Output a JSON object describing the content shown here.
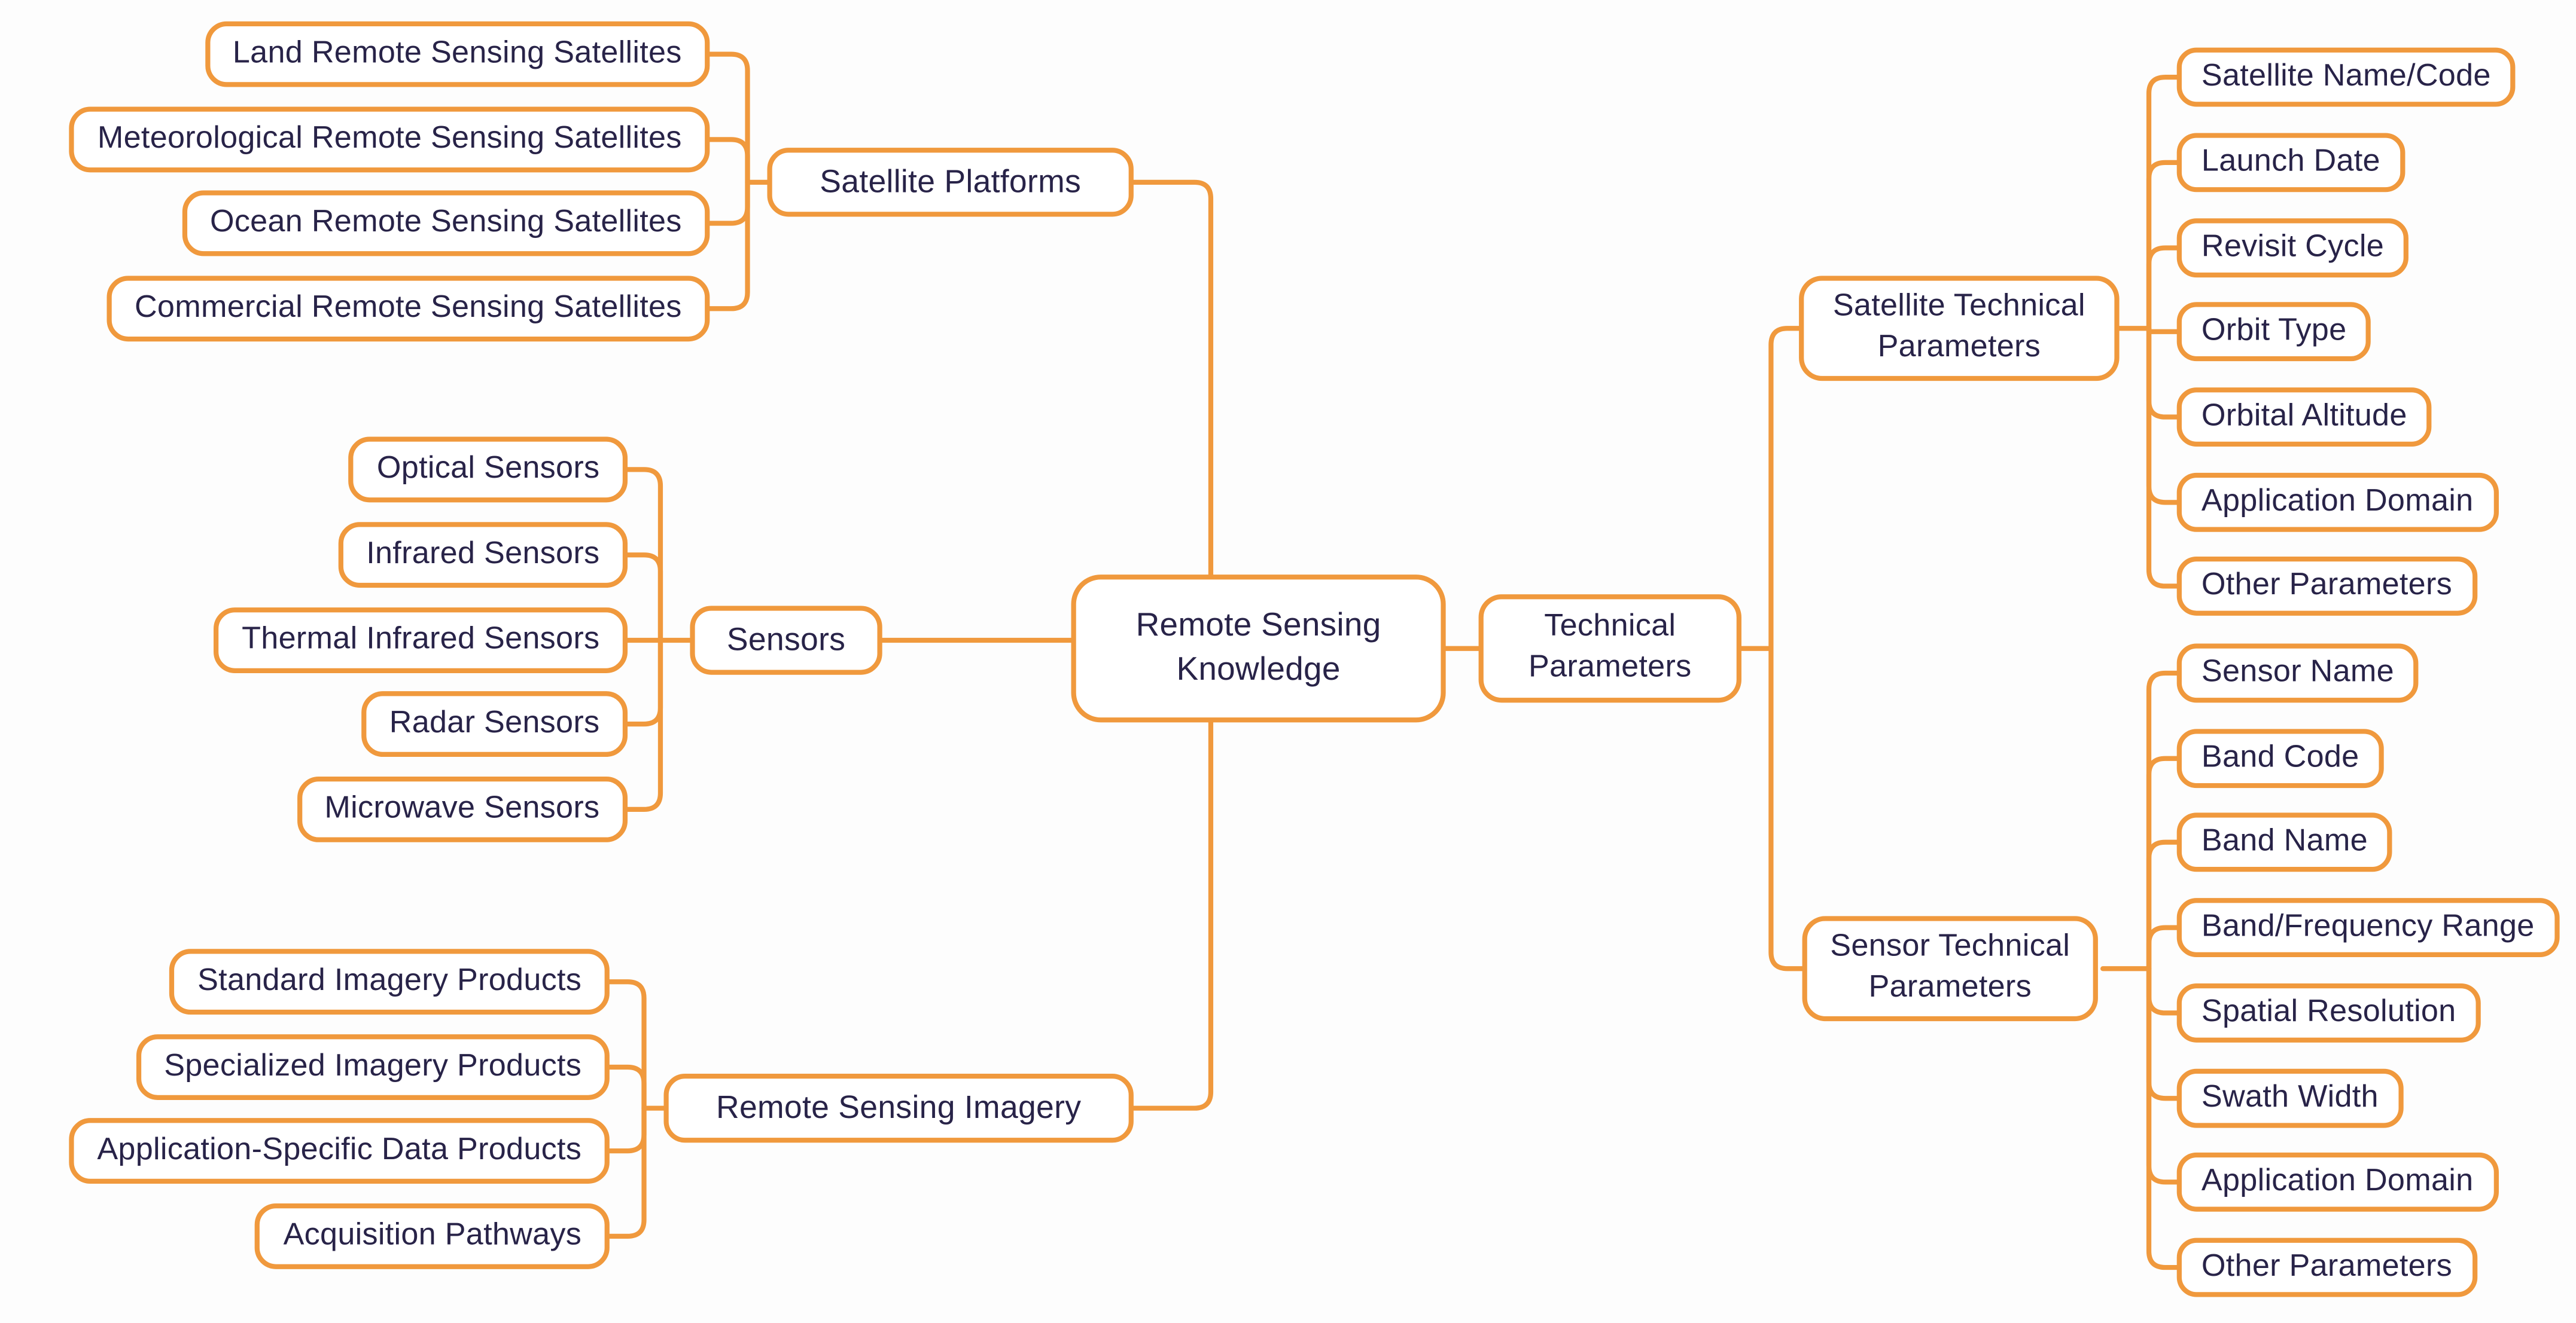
{
  "colors": {
    "accent_orange": "#F0993D",
    "text_navy": "#282348",
    "node_background": "#FFFFFF",
    "canvas_background": "#FDFDFD"
  },
  "mindmap": {
    "root": {
      "label": "Remote Sensing Knowledge"
    },
    "branches": [
      {
        "label": "Satellite Platforms",
        "children": [
          "Land Remote Sensing Satellites",
          "Meteorological Remote Sensing Satellites",
          "Ocean Remote Sensing Satellites",
          "Commercial Remote Sensing Satellites"
        ]
      },
      {
        "label": "Sensors",
        "children": [
          "Optical Sensors",
          "Infrared Sensors",
          "Thermal Infrared Sensors",
          "Radar Sensors",
          "Microwave Sensors"
        ]
      },
      {
        "label": "Remote Sensing Imagery",
        "children": [
          "Standard Imagery Products",
          "Specialized Imagery Products",
          "Application-Specific Data Products",
          "Acquisition Pathways"
        ]
      },
      {
        "label": "Technical Parameters",
        "children": [
          {
            "label": "Satellite Technical Parameters",
            "children": [
              "Satellite Name/Code",
              "Launch Date",
              "Revisit Cycle",
              "Orbit Type",
              "Orbital Altitude",
              "Application Domain",
              "Other Parameters"
            ]
          },
          {
            "label": "Sensor Technical Parameters",
            "children": [
              "Sensor Name",
              "Band Code",
              "Band Name",
              "Band/Frequency Range",
              "Spatial Resolution",
              "Swath Width",
              "Application Domain",
              "Other Parameters"
            ]
          }
        ]
      }
    ]
  }
}
